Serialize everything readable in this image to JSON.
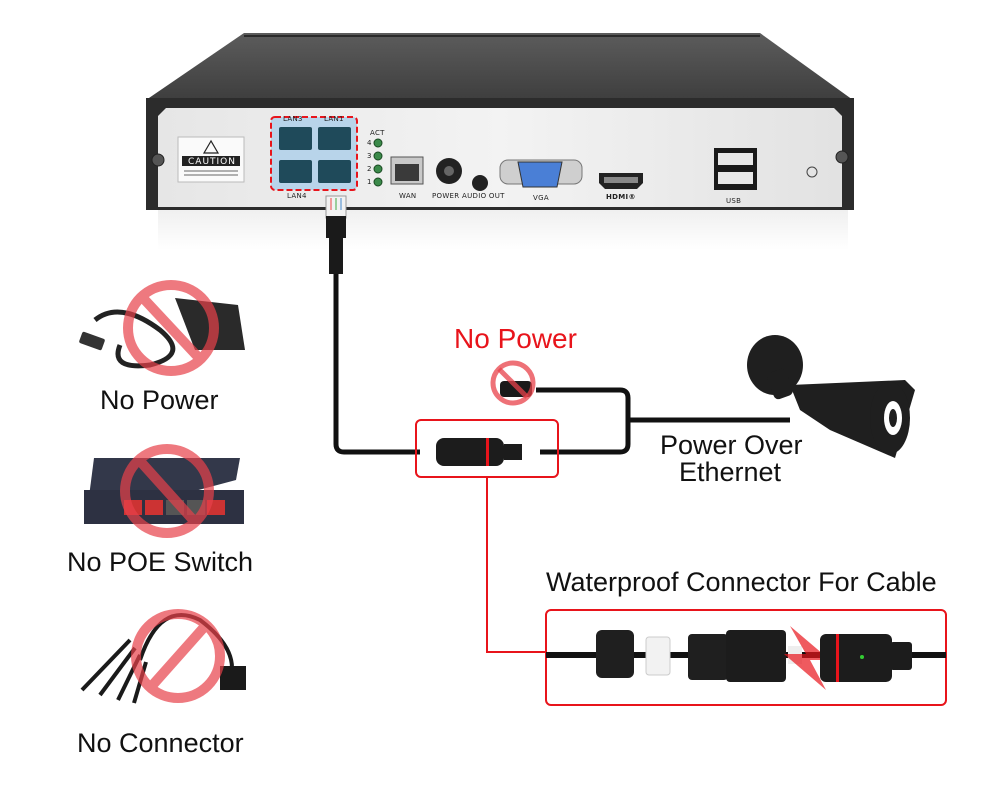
{
  "nvr": {
    "caution_label": "CAUTION",
    "ports": {
      "lan_top_left": "LAN3",
      "lan_top_right": "LAN1",
      "lan_bottom": "LAN4",
      "act": "ACT",
      "act_numbers": [
        "4",
        "3",
        "2",
        "1"
      ],
      "wan": "WAN",
      "power": "POWER",
      "audio_out": "AUDIO OUT",
      "vga": "VGA",
      "hdmi": "HDMI®",
      "usb": "USB"
    }
  },
  "left_items": [
    {
      "label": "No Power",
      "icon": "power-adapter-icon",
      "status": "prohibited"
    },
    {
      "label": "No POE Switch",
      "icon": "poe-switch-icon",
      "status": "prohibited"
    },
    {
      "label": "No Connector",
      "icon": "splitter-cable-icon",
      "status": "prohibited"
    }
  ],
  "center": {
    "no_power_label": "No Power",
    "poe_label_line1": "Power Over",
    "poe_label_line2": "Ethernet"
  },
  "waterproof": {
    "title": "Waterproof Connector For Cable"
  },
  "colors": {
    "accent_red": "#e8141b",
    "prohibit_red": "#e8414a",
    "cable_black": "#111111",
    "nvr_top": "#4a4a4a",
    "nvr_face": "#ececec",
    "lan_highlight": "#b8d4ea"
  }
}
